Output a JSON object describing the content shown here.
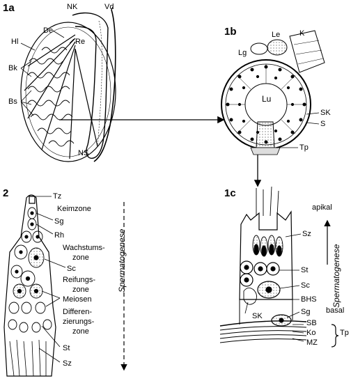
{
  "panels": {
    "p1a": "1a",
    "p1b": "1b",
    "p1c": "1c",
    "p2": "2"
  },
  "labels_1a": {
    "nk": "NK",
    "vd": "Vd",
    "de": "De",
    "re": "Re",
    "hl": "Hl",
    "bk": "Bk",
    "bs": "Bs",
    "ns": "NS"
  },
  "labels_1b": {
    "le": "Le",
    "k": "K",
    "lg": "Lg",
    "lu": "Lu",
    "sk": "SK",
    "s": "S",
    "tp": "Tp"
  },
  "labels_2": {
    "tz": "Tz",
    "keimzone": "Keimzone",
    "sg": "Sg",
    "rh": "Rh",
    "wachstums1": "Wachstums-",
    "wachstums2": "zone",
    "sc": "Sc",
    "reifungs1": "Reifungs-",
    "reifungs2": "zone",
    "meiosen": "Meiosen",
    "diff1": "Differen-",
    "diff2": "zierungs-",
    "diff3": "zone",
    "st": "St",
    "sz": "Sz",
    "spermatogenese": "Spermatogenese"
  },
  "labels_1c": {
    "apikal": "apikal",
    "spermatogenese": "Spermatogenese",
    "sz": "Sz",
    "st": "St",
    "sc": "Sc",
    "bhs": "BHS",
    "basal": "basal",
    "sg": "Sg",
    "sk": "SK",
    "sb": "SB",
    "ko": "Ko",
    "mz": "MZ",
    "tp": "Tp"
  }
}
